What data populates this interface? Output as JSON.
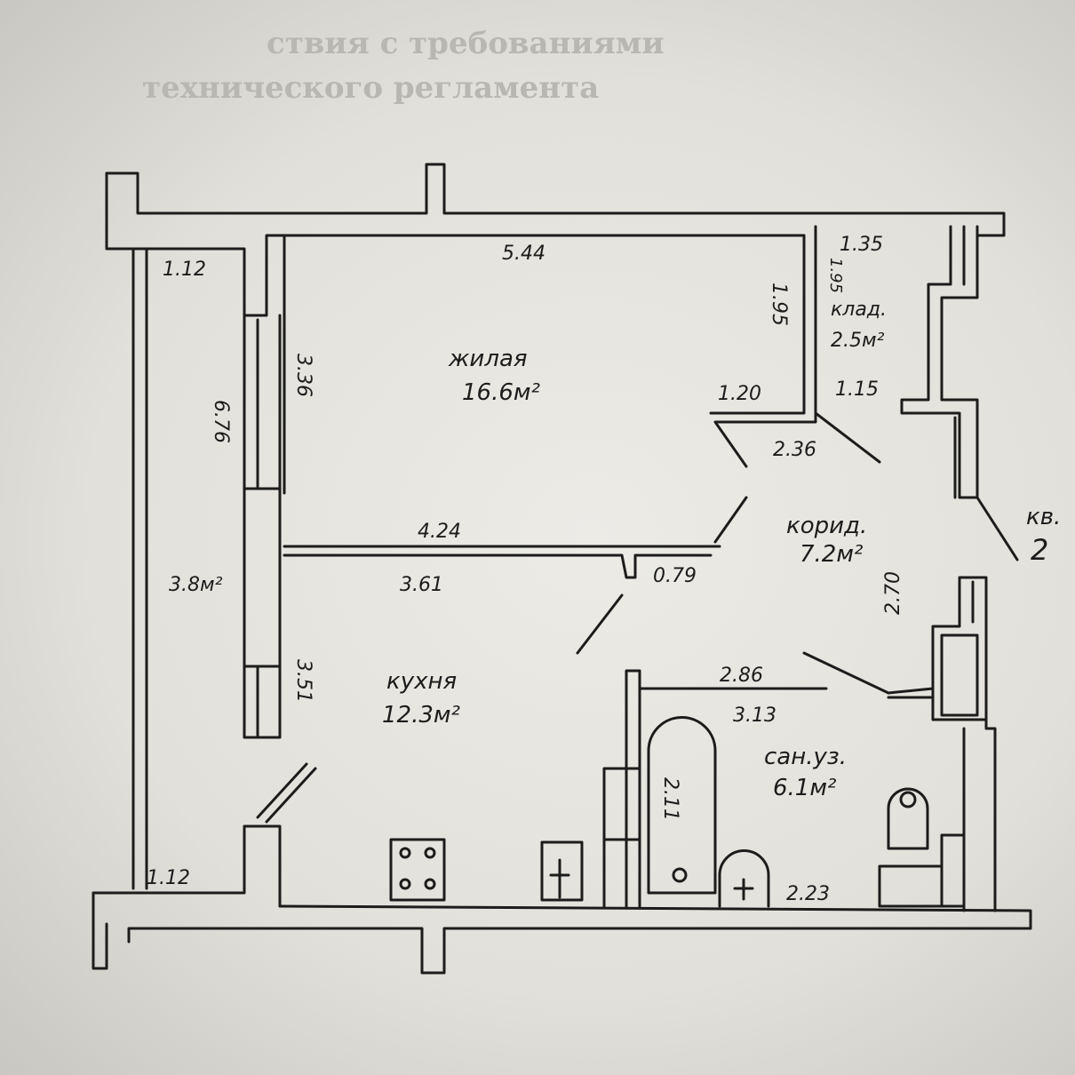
{
  "rooms": {
    "living": {
      "name": "жилая",
      "area": "16.6м²"
    },
    "storage": {
      "name": "клад.",
      "area": "2.5м²"
    },
    "corridor": {
      "name": "корид.",
      "area": "7.2м²"
    },
    "kitchen": {
      "name": "кухня",
      "area": "12.3м²"
    },
    "bathroom": {
      "name": "сан.уз.",
      "area": "6.1м²"
    },
    "balcony": {
      "area": "3.8м²"
    }
  },
  "apartment_label": {
    "prefix": "кв.",
    "number": "2"
  },
  "dimensions": {
    "top_left": "1.12",
    "living_width": "5.44",
    "storage_width": "1.35",
    "storage_height_a": "1.95",
    "storage_height_b": "1.95",
    "balcony_length": "6.76",
    "living_height": "3.36",
    "corridor_a": "1.20",
    "storage_bottom": "1.15",
    "corridor_diag": "2.36",
    "living_bottom": "4.24",
    "kitchen_top": "3.61",
    "door_gap": "0.79",
    "corridor_height": "2.70",
    "bath_top": "2.86",
    "bath_inner": "3.13",
    "kitchen_height": "3.51",
    "bath_tub": "2.11",
    "bath_bottom": "2.23",
    "bottom_left": "1.12"
  }
}
